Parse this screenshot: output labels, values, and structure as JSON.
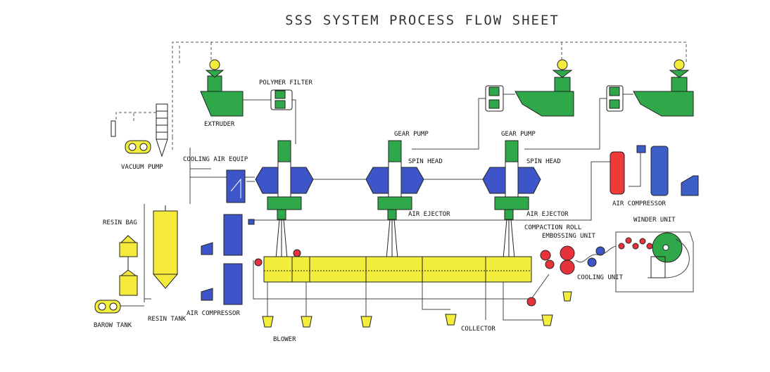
{
  "title": "SSS SYSTEM PROCESS FLOW SHEET",
  "labels": {
    "polymer_filter": "POLYMER FILTER",
    "extruder": "EXTRUDER",
    "vacuum_pump": "VACUUM PUMP",
    "cooling_air_equip": "COOLING AIR EQUIP",
    "gear_pump_1": "GEAR PUMP",
    "gear_pump_2": "GEAR PUMP",
    "spin_head_1": "SPIN HEAD",
    "spin_head_2": "SPIN HEAD",
    "air_ejector_1": "AIR EJECTOR",
    "air_ejector_2": "AIR EJECTOR",
    "resin_bag": "RESIN BAG",
    "barow_tank": "BAROW TANK",
    "resin_tank": "RESIN TANK",
    "air_compressor_left": "AIR COMPRESSOR",
    "air_compressor_right": "AIR COMPRESSOR",
    "compaction_roll": "COMPACTION ROLL",
    "embossing_unit": "EMBOSSING UNIT",
    "winder_unit": "WINDER UNIT",
    "cooling_unit": "COOLING UNIT",
    "blower": "BLOWER",
    "collector": "COLLECTOR"
  },
  "colors": {
    "extruder": "#2fa84a",
    "spin_head": "#3d55c8",
    "resin_tank": "#f5ea3a",
    "conveyor": "#f3ee3c",
    "roll": "#e8323a",
    "compressor": "#3b5ec9",
    "tank_red": "#ee3a3a",
    "winder": "#2fa84a"
  }
}
